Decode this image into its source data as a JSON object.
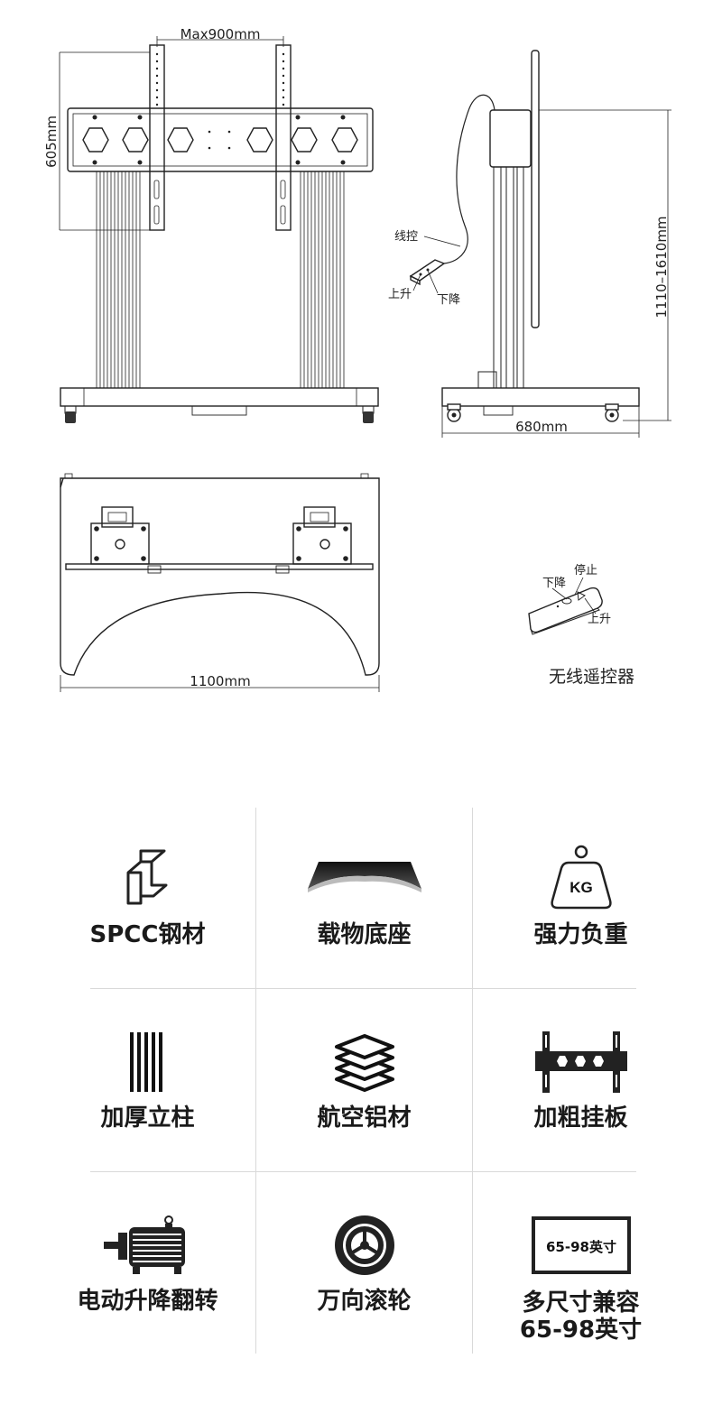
{
  "dimensions": {
    "max_width": "Max900mm",
    "plate_height": "605mm",
    "height_range": "1110–1610mm",
    "depth": "680mm",
    "base_width": "1100mm"
  },
  "labels": {
    "wired_control": "线控",
    "up": "上升",
    "down": "下降",
    "stop": "停止",
    "remote_up": "上升",
    "remote_down": "下降",
    "remote_caption": "无线遥控器"
  },
  "features": [
    {
      "label": "SPCC钢材",
      "icon": "steel-profile-icon"
    },
    {
      "label": "载物底座",
      "icon": "base-icon"
    },
    {
      "label": "强力负重",
      "icon": "weight-kg-icon",
      "icon_text": "KG"
    },
    {
      "label": "加厚立柱",
      "icon": "column-bars-icon"
    },
    {
      "label": "航空铝材",
      "icon": "layers-icon"
    },
    {
      "label": "加粗挂板",
      "icon": "mount-plate-icon"
    },
    {
      "label": "电动升降翻转",
      "icon": "motor-icon"
    },
    {
      "label": "万向滚轮",
      "icon": "wheel-icon"
    },
    {
      "label": "多尺寸兼容",
      "label_line2": "65-98英寸",
      "icon": "screen-size-icon",
      "icon_text": "65-98英寸"
    }
  ]
}
